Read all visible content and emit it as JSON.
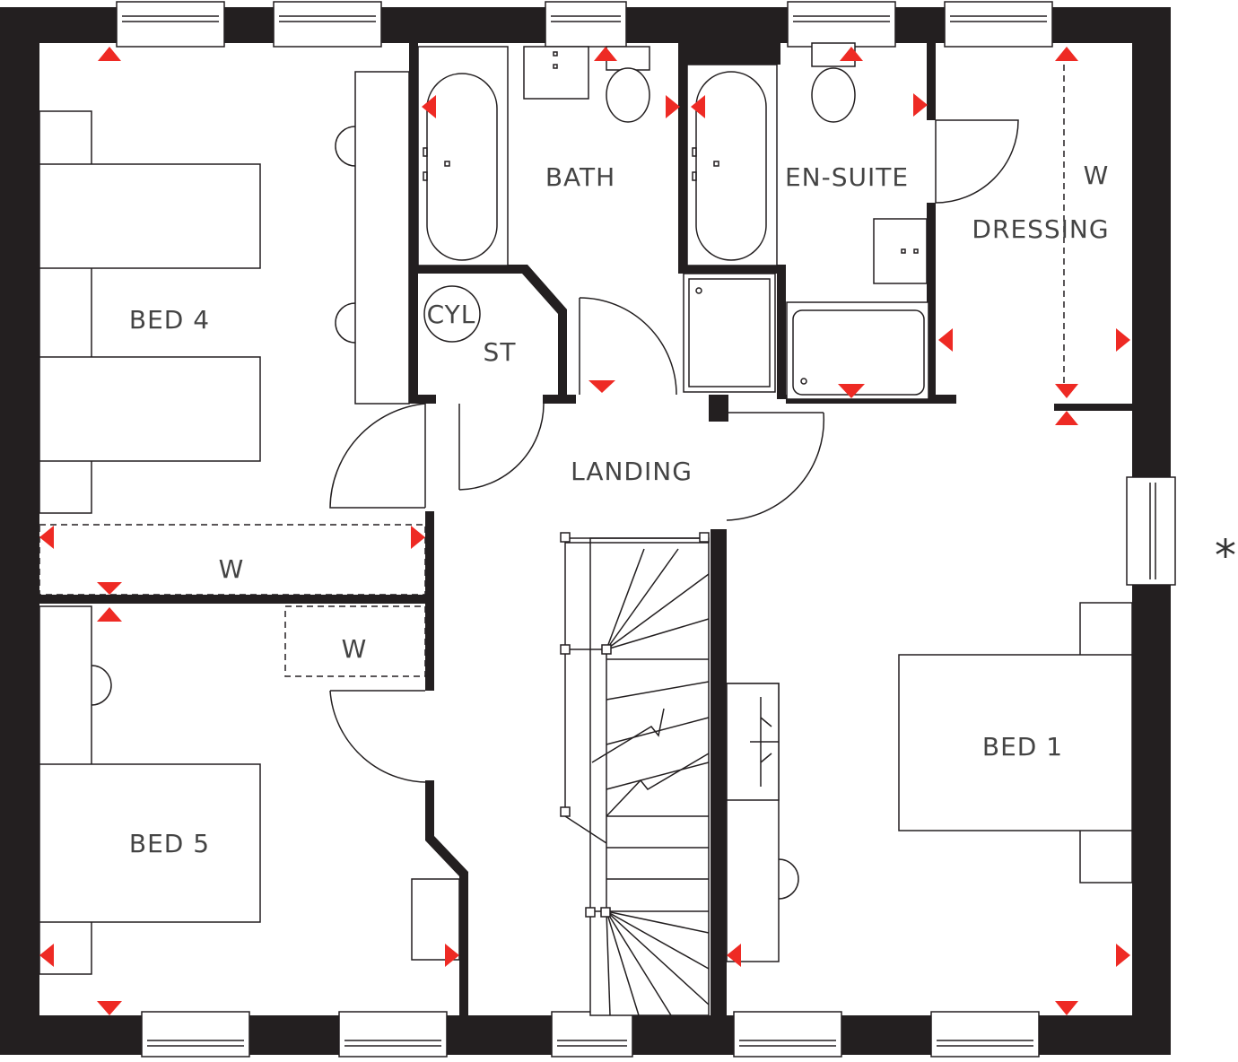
{
  "colors": {
    "wall": "#231f20",
    "marker": "#ee2a24",
    "text": "#444444",
    "background": "#ffffff"
  },
  "rooms": {
    "bath": "BATH",
    "ensuite": "EN-SUITE",
    "dressing": "DRESSING",
    "dressing_wardrobe": "W",
    "bed4": "BED 4",
    "cylinder": "CYL",
    "store": "ST",
    "landing": "LANDING",
    "wardrobe_bed4": "W",
    "wardrobe_bed5": "W",
    "bed1": "BED 1",
    "bed5": "BED 5"
  },
  "note_marker": "*"
}
